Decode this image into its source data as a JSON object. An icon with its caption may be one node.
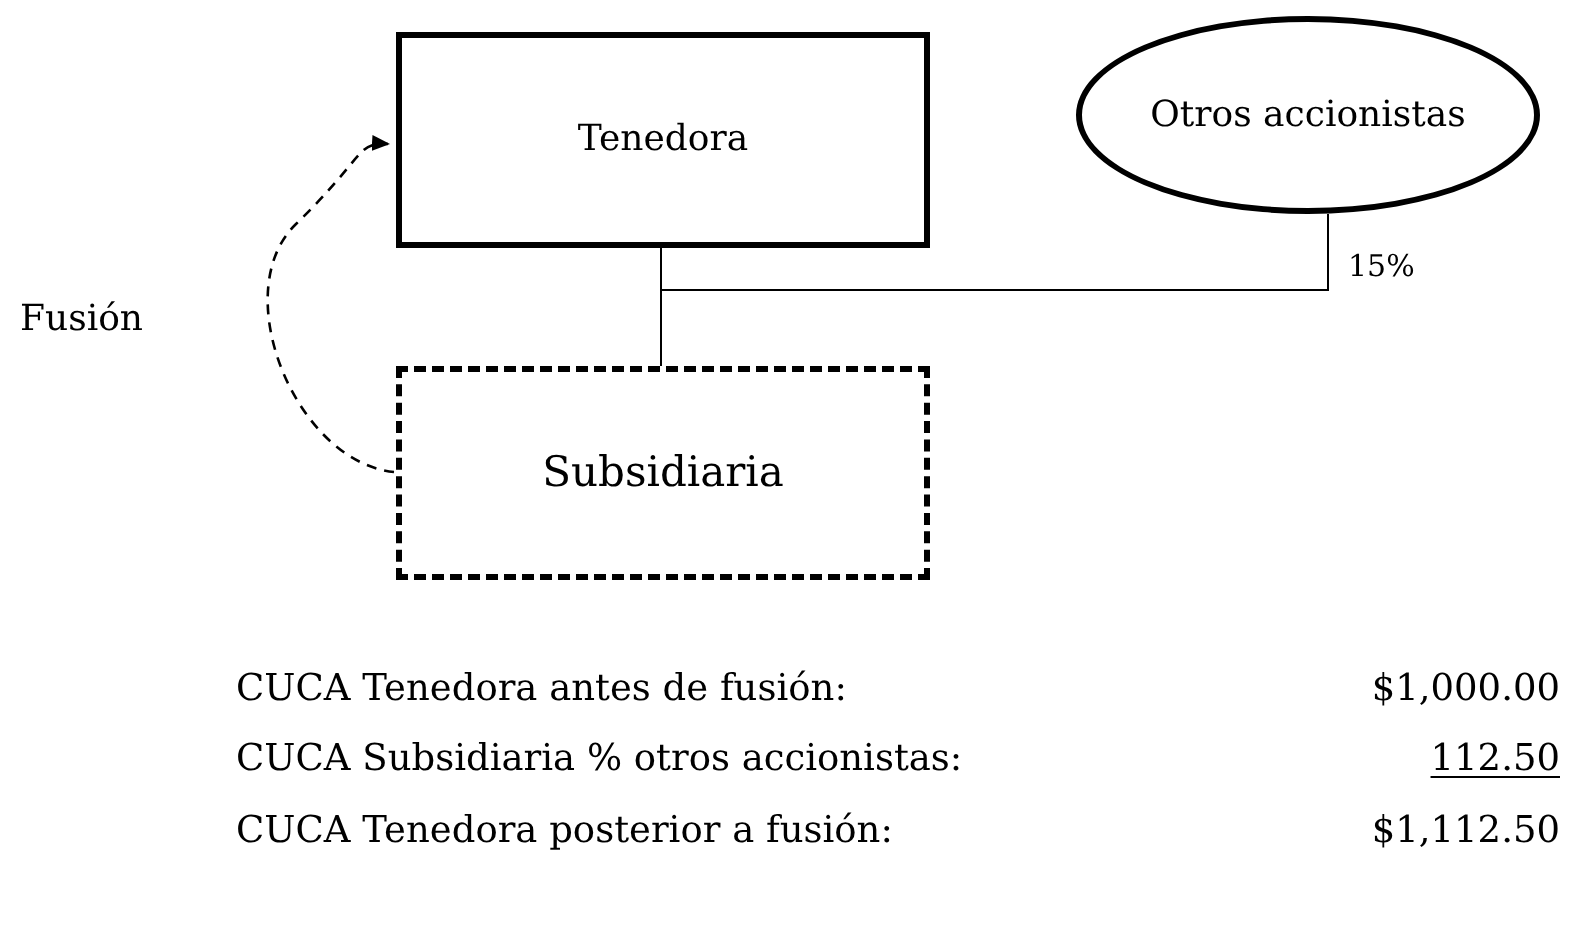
{
  "diagram": {
    "nodes": [
      {
        "text": [
          "Tenedora"
        ]
      },
      {
        "text": [
          "Otros accionistas"
        ]
      },
      {
        "text": [
          "Subsidiaria"
        ]
      }
    ],
    "edges": [
      {
        "from": 0,
        "to": 2,
        "arrow": "none"
      },
      {
        "from": 1,
        "to": 2,
        "arrow": "none",
        "label": "15%"
      },
      {
        "from": 2,
        "to": 0,
        "arrow": "to",
        "style": "dashed",
        "label": "Fusión"
      }
    ],
    "labels": [
      "CUCA Tenedora antes de fusión:",
      "$1,000.00",
      "CUCA Subsidiaria % otros accionistas:",
      "112.50",
      "CUCA Tenedora posterior a fusión:",
      "$1,112.50"
    ]
  }
}
